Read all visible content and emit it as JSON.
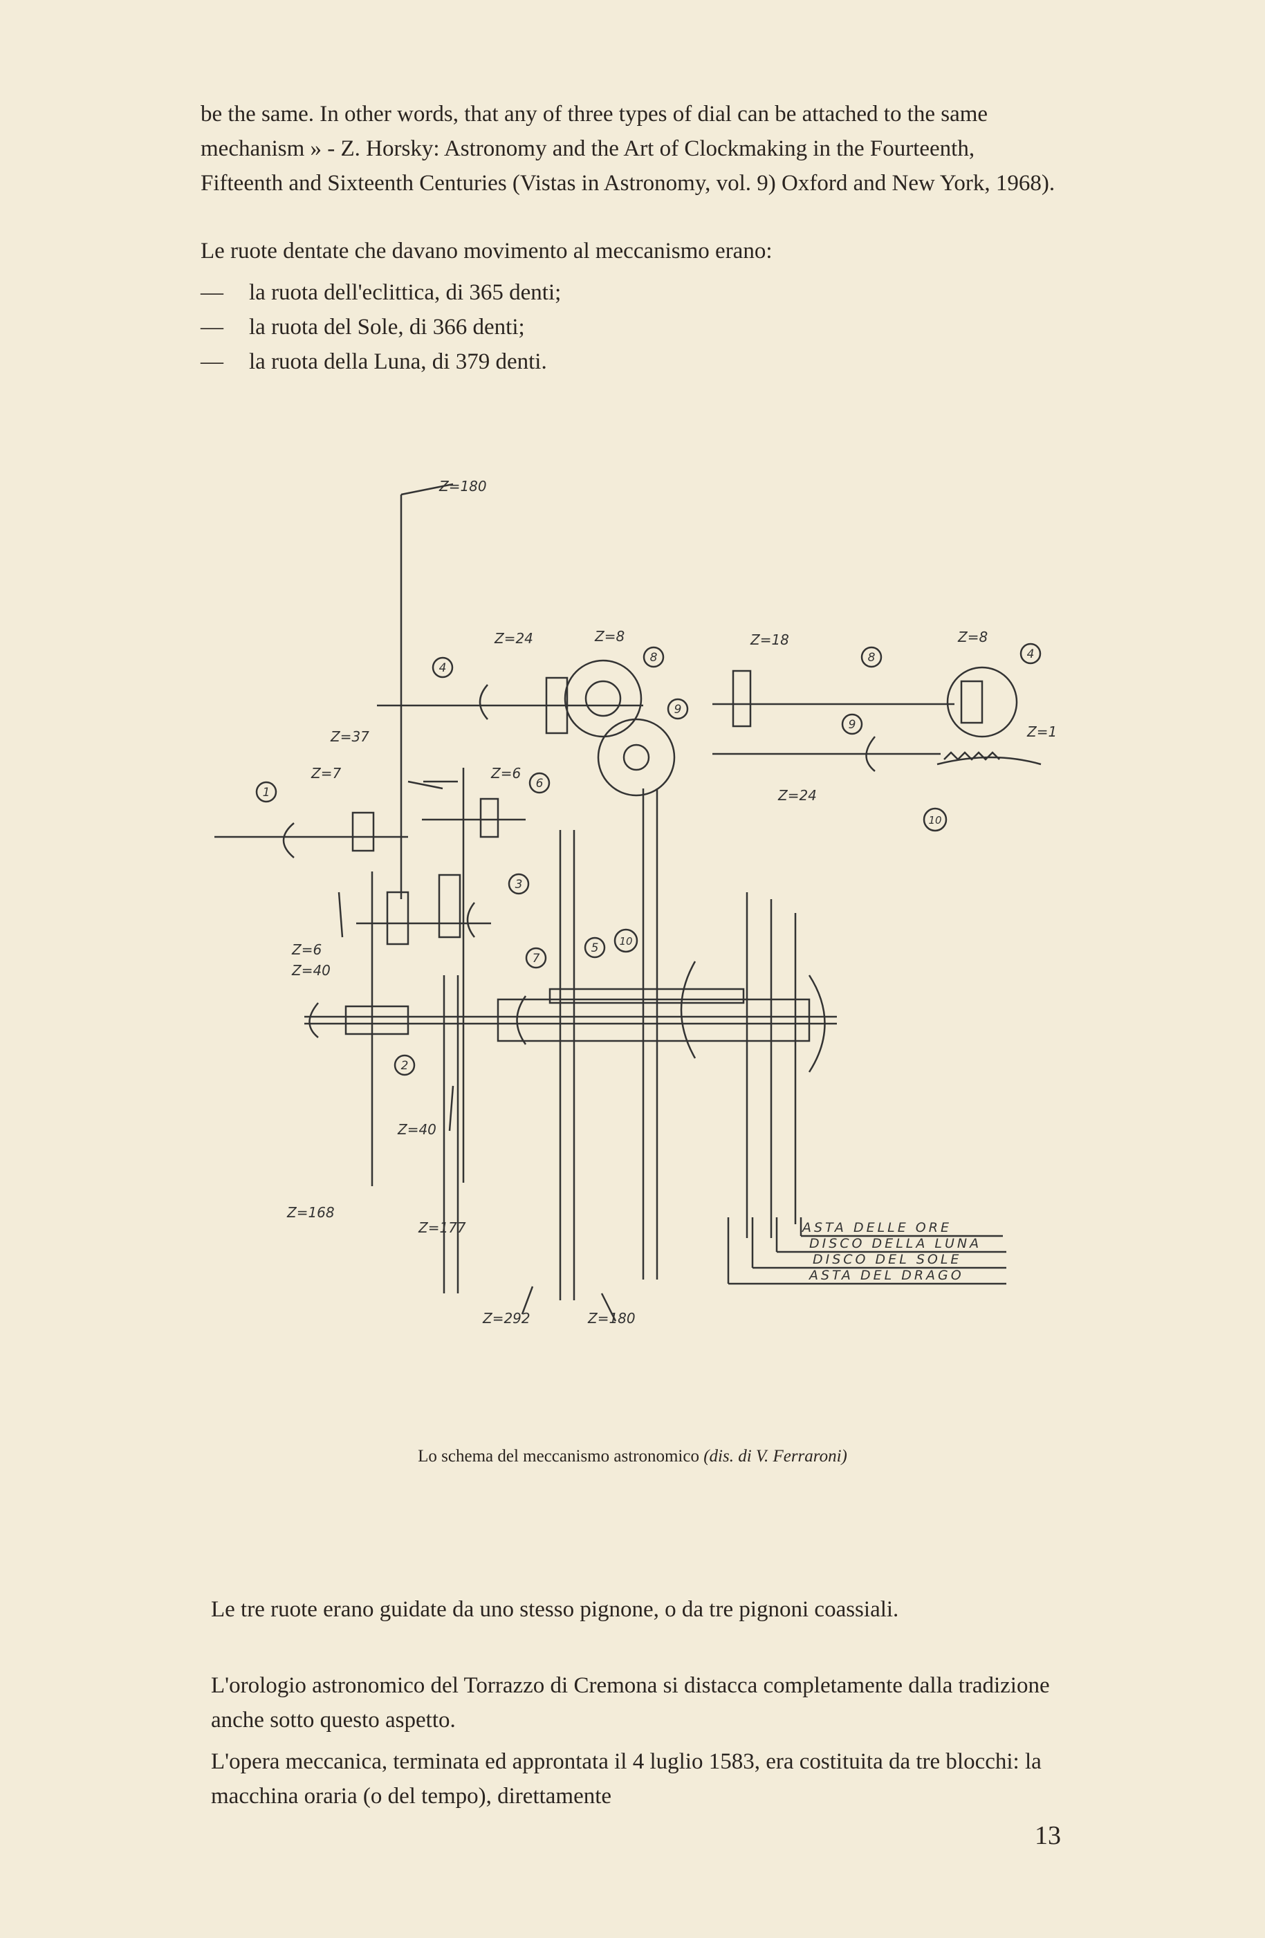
{
  "intro_paragraph": "be the same. In other words, that any of three types of dial can be attached to the same mechanism » - Z. Horsky: Astronomy and the Art of Clockmaking in the Fourteenth, Fifteenth and Sixteenth Centuries (Vistas in Astronomy, vol. 9) Oxford and New York, 1968).",
  "lead_sentence": "Le ruote dentate che davano movimento al meccanismo erano:",
  "wheel_list": [
    {
      "dash": "—",
      "text": "la ruota dell'eclittica, di 365 denti;"
    },
    {
      "dash": "—",
      "text": "la ruota del Sole, di 366 denti;"
    },
    {
      "dash": "—",
      "text": "la ruota della Luna, di 379 denti."
    }
  ],
  "diagram": {
    "gear_labels": {
      "z180_top": "Z=180",
      "z24": "Z=24",
      "z8": "Z=8",
      "z18": "Z=18",
      "z8_right": "Z=8",
      "z1": "Z=1",
      "z37": "Z=37",
      "z7": "Z=7",
      "z6": "Z=6",
      "z24_right": "Z=24",
      "z6_left": "Z=6",
      "z40_left": "Z=40",
      "z40_bottom": "Z=40",
      "z168": "Z=168",
      "z177": "Z=177",
      "z292": "Z=292",
      "z180_bottom": "Z=180"
    },
    "circled_numbers": {
      "n1": "1",
      "n2": "2",
      "n3": "3",
      "n4": "4",
      "n4b": "4",
      "n5": "5",
      "n6": "6",
      "n7": "7",
      "n8": "8",
      "n8b": "8",
      "n9": "9",
      "n9b": "9",
      "n10": "10",
      "n10b": "10"
    },
    "legend": {
      "hours": "ASTA DELLE ORE",
      "moon": "DISCO DELLA LUNA",
      "sun": "DISCO DEL SOLE",
      "dragon": "ASTA DEL DRAGO"
    }
  },
  "caption": {
    "main": "Lo schema del meccanismo astronomico",
    "credit": "(dis. di V. Ferraroni)"
  },
  "paragraph_1": "Le tre ruote erano guidate da uno stesso pignone, o da tre pignoni coassiali.",
  "paragraph_2": "L'orologio astronomico del Torrazzo di Cremona si distacca completamente dalla tradizione anche sotto questo aspetto.",
  "paragraph_3": "L'opera meccanica, terminata ed approntata il 4 luglio 1583, era costituita da tre blocchi: la macchina oraria (o del tempo), direttamente",
  "page_number": "13"
}
